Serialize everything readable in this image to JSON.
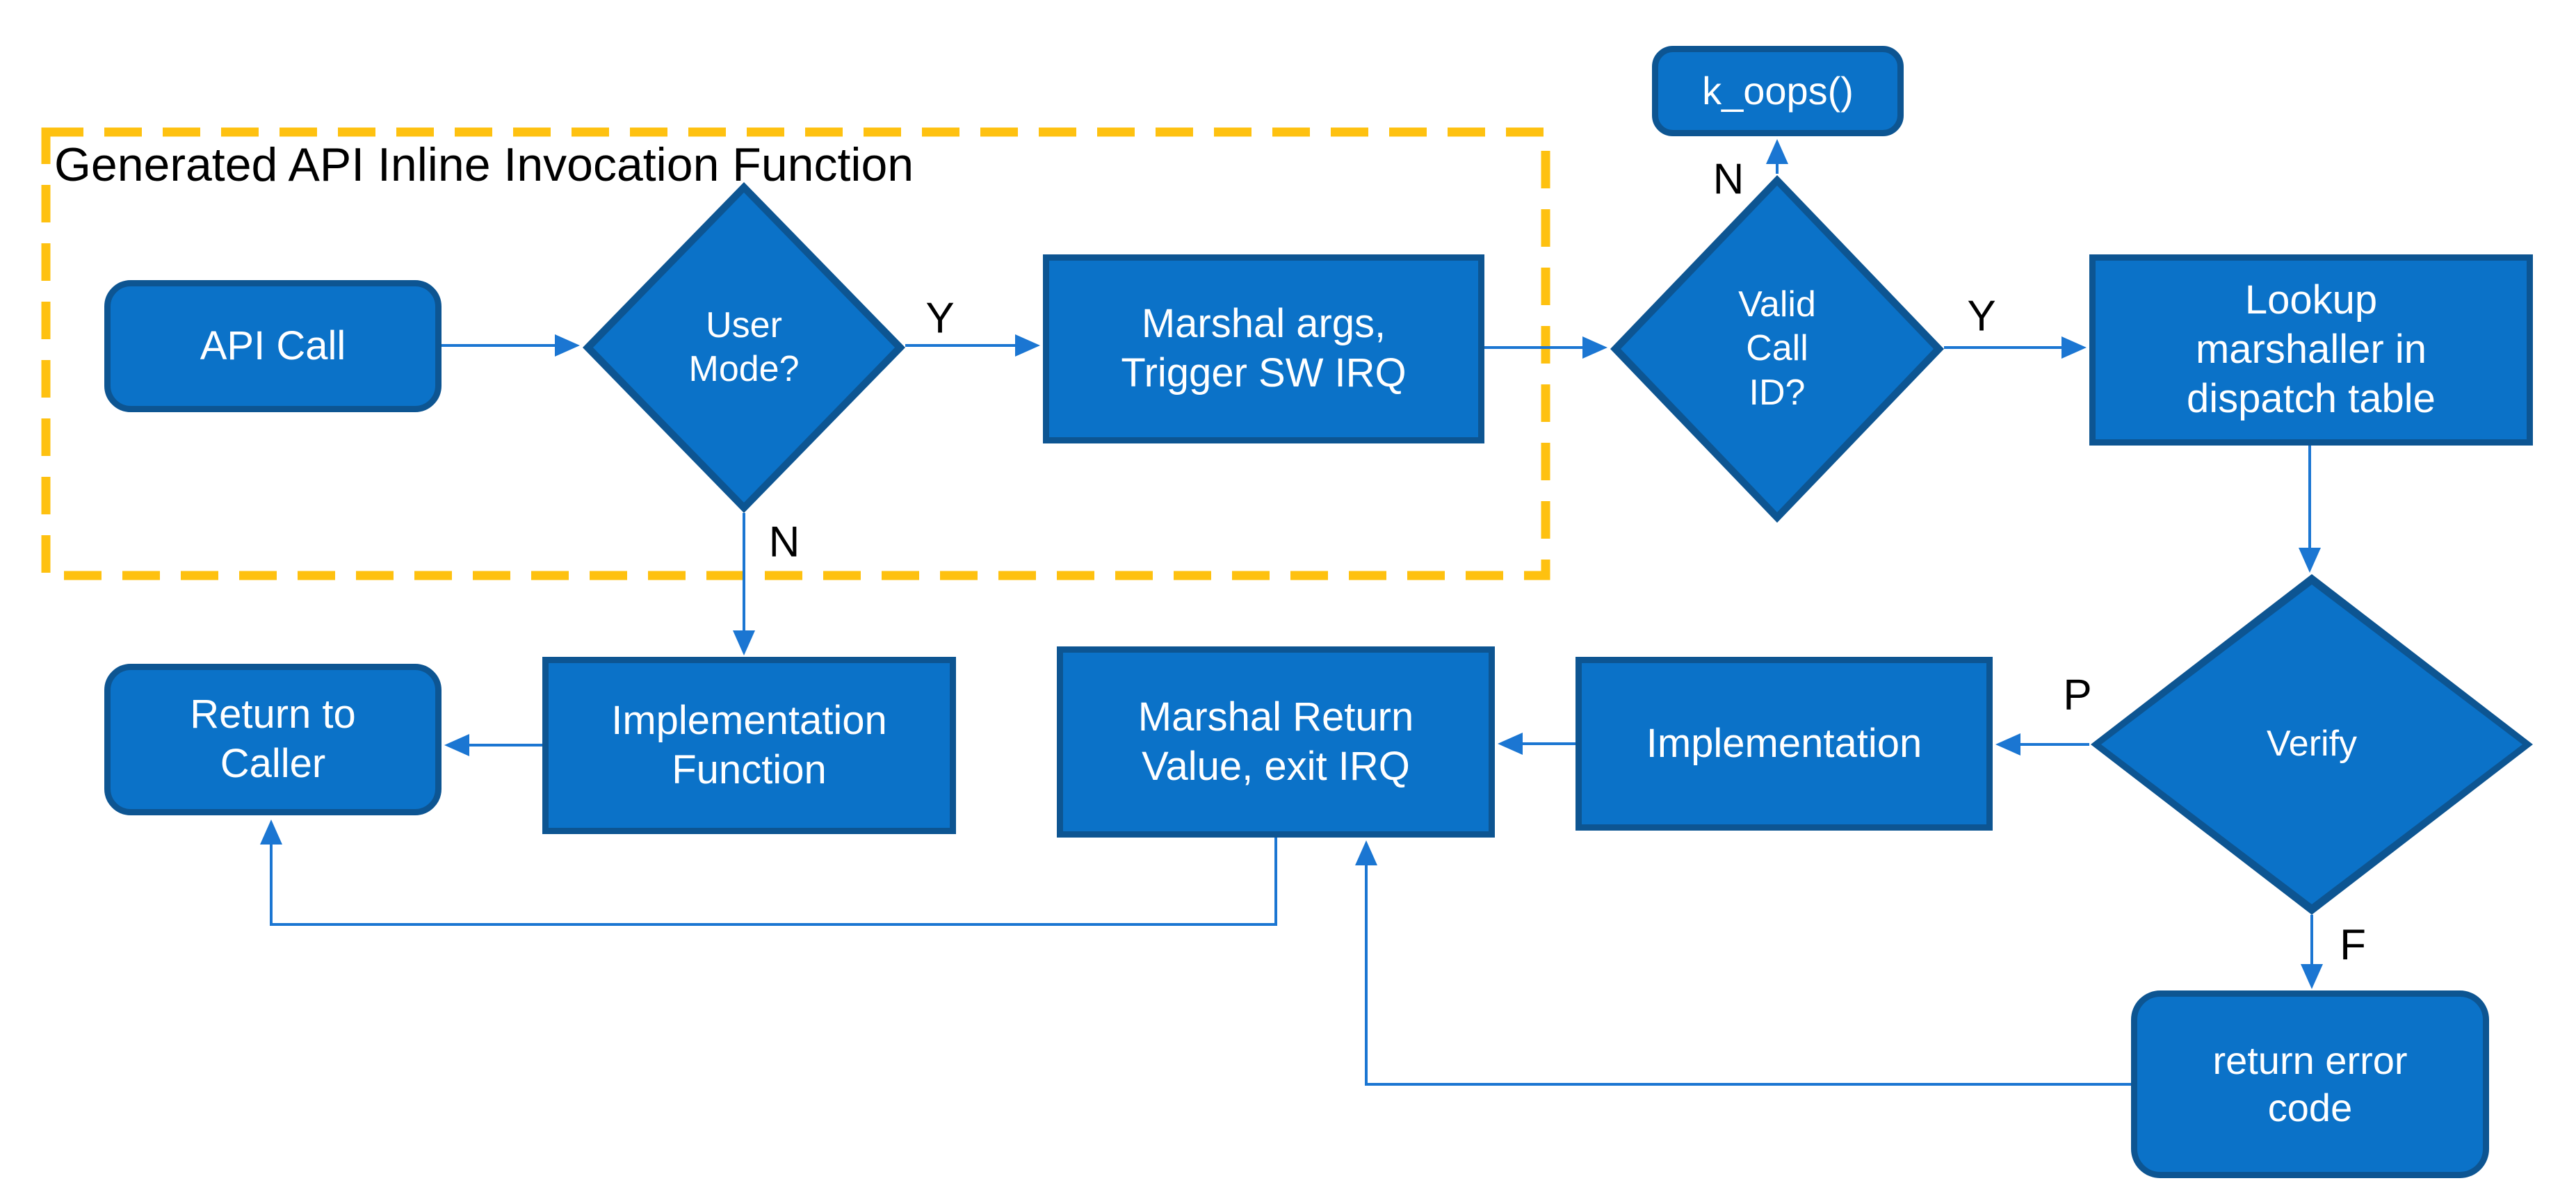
{
  "diagram": {
    "group_label": "Generated API Inline Invocation Function",
    "colors": {
      "shape_fill": "#0b72c8",
      "shape_border": "#0d5592",
      "connector": "#1b76d2",
      "group_border": "#fec110",
      "label_text": "#ffffff",
      "annotation_text": "#000000",
      "background": "#ffffff"
    },
    "nodes": {
      "api_call": "API Call",
      "user_mode": "User\nMode?",
      "marshal_args": "Marshal args,\nTrigger SW IRQ",
      "valid_call": "Valid\nCall\nID?",
      "k_oops": "k_oops()",
      "lookup_marshaller": "Lookup\nmarshaller in\ndispatch table",
      "verify": "Verify",
      "implementation": "Implementation",
      "marshal_return": "Marshal Return\nValue, exit IRQ",
      "implementation_function": "Implementation\nFunction",
      "return_to_caller": "Return to\nCaller",
      "return_error_code": "return error\ncode"
    },
    "edge_labels": {
      "user_mode_yes": "Y",
      "user_mode_no": "N",
      "valid_call_yes": "Y",
      "valid_call_no": "N",
      "verify_pass": "P",
      "verify_fail": "F"
    }
  }
}
